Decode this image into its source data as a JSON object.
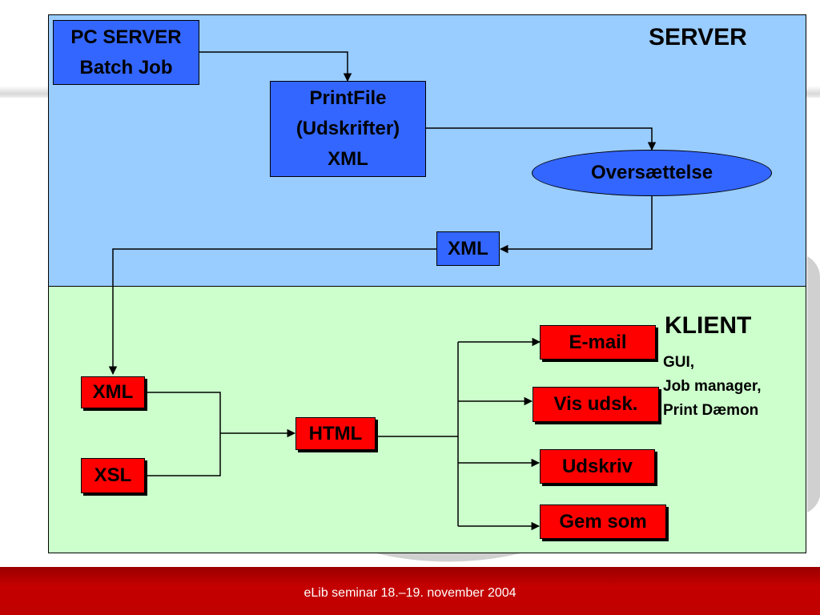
{
  "server": {
    "title": "SERVER",
    "batch_job": {
      "line1": "PC SERVER",
      "line2": "Batch Job"
    },
    "printfile": {
      "line1": "PrintFile",
      "line2": "(Udskrifter)",
      "line3": "XML"
    },
    "translation": "Oversættelse",
    "xml_output": "XML"
  },
  "client": {
    "title": "KLIENT",
    "description": [
      "GUI,",
      "Job manager,",
      "Print Dæmon"
    ],
    "xml_input": "XML",
    "xsl_input": "XSL",
    "html_node": "HTML",
    "actions": [
      "E-mail",
      "Vis udsk.",
      "Udskriv",
      "Gem som"
    ]
  },
  "footer": {
    "text": "eLib seminar 18.–19. november 2004"
  },
  "colors": {
    "server_bg": "#99ccff",
    "client_bg": "#ccffcc",
    "server_node": "#3366ff",
    "client_node": "#ff0000",
    "footer_bar": "#c00000"
  }
}
